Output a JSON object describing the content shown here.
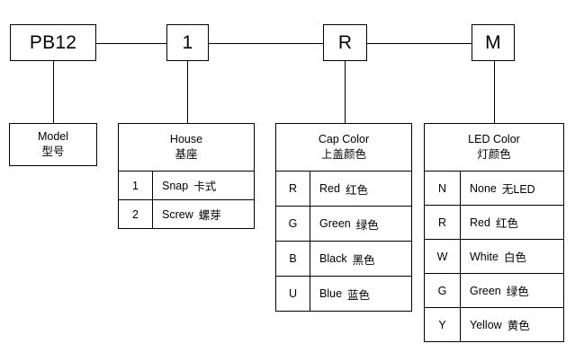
{
  "part_number": {
    "segments": [
      {
        "code": "PB12",
        "name": "model-code"
      },
      {
        "code": "1",
        "name": "house-code"
      },
      {
        "code": "R",
        "name": "cap-color-code"
      },
      {
        "code": "M",
        "name": "led-color-code"
      }
    ]
  },
  "categories": [
    {
      "key": "model",
      "title_en": "Model",
      "title_cn": "型号",
      "options": []
    },
    {
      "key": "house",
      "title_en": "House",
      "title_cn": "基座",
      "options": [
        {
          "code": "1",
          "en": "Snap",
          "cn": "卡式"
        },
        {
          "code": "2",
          "en": "Screw",
          "cn": "螺芽"
        }
      ]
    },
    {
      "key": "cap_color",
      "title_en": "Cap Color",
      "title_cn": "上盖颜色",
      "options": [
        {
          "code": "R",
          "en": "Red",
          "cn": "红色"
        },
        {
          "code": "G",
          "en": "Green",
          "cn": "绿色"
        },
        {
          "code": "B",
          "en": "Black",
          "cn": "黑色"
        },
        {
          "code": "U",
          "en": "Blue",
          "cn": "蓝色"
        }
      ]
    },
    {
      "key": "led_color",
      "title_en": "LED Color",
      "title_cn": "灯颜色",
      "options": [
        {
          "code": "N",
          "en": "None",
          "cn": "无LED"
        },
        {
          "code": "R",
          "en": "Red",
          "cn": "红色"
        },
        {
          "code": "W",
          "en": "White",
          "cn": "白色"
        },
        {
          "code": "G",
          "en": "Green",
          "cn": "绿色"
        },
        {
          "code": "Y",
          "en": "Yellow",
          "cn": "黄色"
        }
      ]
    }
  ],
  "colors": {
    "line": "#000000",
    "background": "#ffffff",
    "text": "#000000"
  }
}
